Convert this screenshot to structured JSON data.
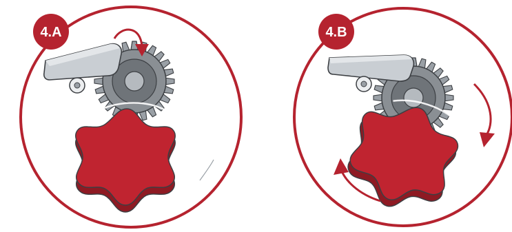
{
  "panels": [
    {
      "id": "a",
      "label": "4.A",
      "rotation": "clockwise-lever-tilt"
    },
    {
      "id": "b",
      "label": "4.B",
      "rotation": "clockwise-knob-turn"
    }
  ],
  "colors": {
    "ring": "#b5232f",
    "knob": "#c02430",
    "knob_dark": "#8e1a23",
    "gear": "#8a8f94",
    "gear_dark": "#5d6166",
    "lever": "#c9ced3",
    "arrow": "#b5232f"
  },
  "icons": [
    "clockwise-arrow-icon",
    "rotation-arrow-icon",
    "star-knob-icon",
    "gear-icon",
    "lever-icon"
  ]
}
